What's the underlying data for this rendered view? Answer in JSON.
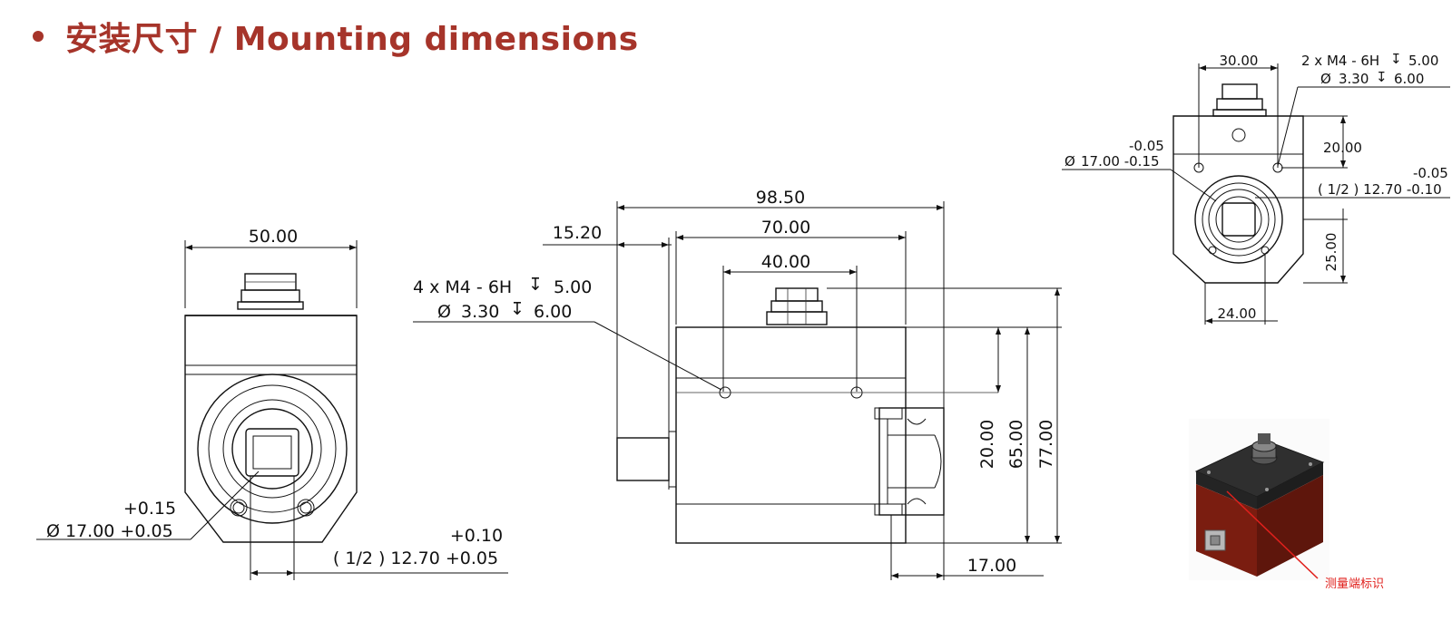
{
  "header": {
    "title": "安装尺寸 / Mounting dimensions"
  },
  "left_view": {
    "width": "50.00",
    "tol_plus": "+0.15",
    "dia_label": "17.00 +0.05",
    "square_tol": "+0.10",
    "square_label": "( 1/2 ) 12.70 +0.05",
    "diameter_symbol": "Ø"
  },
  "side_view": {
    "overall_length": "98.50",
    "body_length": "70.00",
    "offset": "15.20",
    "hole_spacing": "40.00",
    "hole_callout_line1": "4 x  M4 - 6H",
    "hole_callout_line1_depth": "5.00",
    "hole_callout_line2": "3.30",
    "hole_callout_line2_depth": "6.00",
    "height_20": "20.00",
    "height_65": "65.00",
    "height_77": "77.00",
    "shaft_length": "17.00",
    "depth_symbol": "↧",
    "diameter_symbol": "Ø"
  },
  "end_view": {
    "width": "30.00",
    "hole_callout_line1": "2 x  M4 - 6H",
    "hole_callout_line1_depth": "5.00",
    "hole_callout_line2": "3.30",
    "hole_callout_line2_depth": "6.00",
    "height_20": "20.00",
    "dia_tol_top": "-0.05",
    "dia_label": "17.00 -0.15",
    "square_tol_top": "-0.05",
    "square_label": "( 1/2 ) 12.70 -0.10",
    "height_25": "25.00",
    "width_24": "24.00",
    "diameter_symbol": "Ø",
    "depth_symbol": "↧"
  },
  "photo": {
    "callout_label": "测量端标识",
    "callout_color": "#e0201c",
    "body_color": "#7a1d10",
    "plate_color": "#2f2f2f"
  },
  "colors": {
    "title": "#a6342a"
  }
}
